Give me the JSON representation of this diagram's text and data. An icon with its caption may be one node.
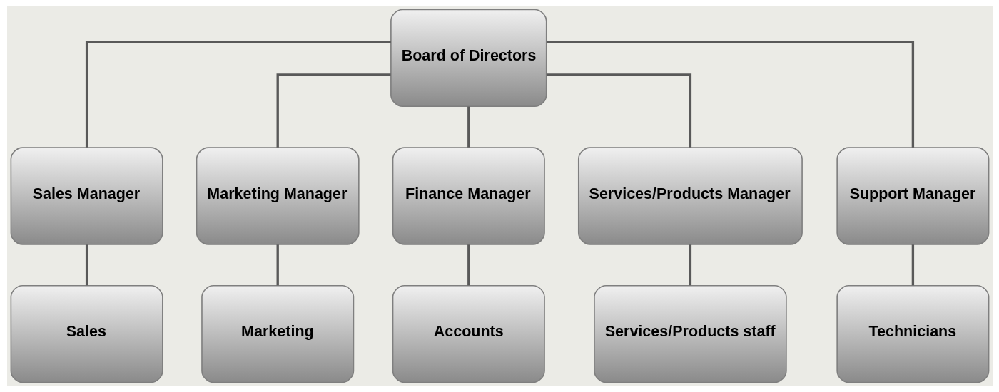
{
  "diagram": {
    "nodes": [
      {
        "text": [
          "Board of Directors"
        ]
      },
      {
        "text": [
          "Sales Manager"
        ]
      },
      {
        "text": [
          "Marketing Manager"
        ]
      },
      {
        "text": [
          "Finance Manager"
        ]
      },
      {
        "text": [
          "Services/Products Manager"
        ]
      },
      {
        "text": [
          "Support Manager"
        ]
      },
      {
        "text": [
          "Sales"
        ]
      },
      {
        "text": [
          "Marketing"
        ]
      },
      {
        "text": [
          "Accounts"
        ]
      },
      {
        "text": [
          "Services/Products staff"
        ]
      },
      {
        "text": [
          "Technicians"
        ]
      }
    ],
    "edges": [
      {
        "from": 0,
        "to": 1,
        "arrow": "none"
      },
      {
        "from": 0,
        "to": 2,
        "arrow": "none"
      },
      {
        "from": 0,
        "to": 3,
        "arrow": "none"
      },
      {
        "from": 0,
        "to": 4,
        "arrow": "none"
      },
      {
        "from": 0,
        "to": 5,
        "arrow": "none"
      },
      {
        "from": 1,
        "to": 6,
        "arrow": "none"
      },
      {
        "from": 2,
        "to": 7,
        "arrow": "none"
      },
      {
        "from": 3,
        "to": 8,
        "arrow": "none"
      },
      {
        "from": 4,
        "to": 9,
        "arrow": "none"
      },
      {
        "from": 5,
        "to": 10,
        "arrow": "none"
      }
    ]
  }
}
